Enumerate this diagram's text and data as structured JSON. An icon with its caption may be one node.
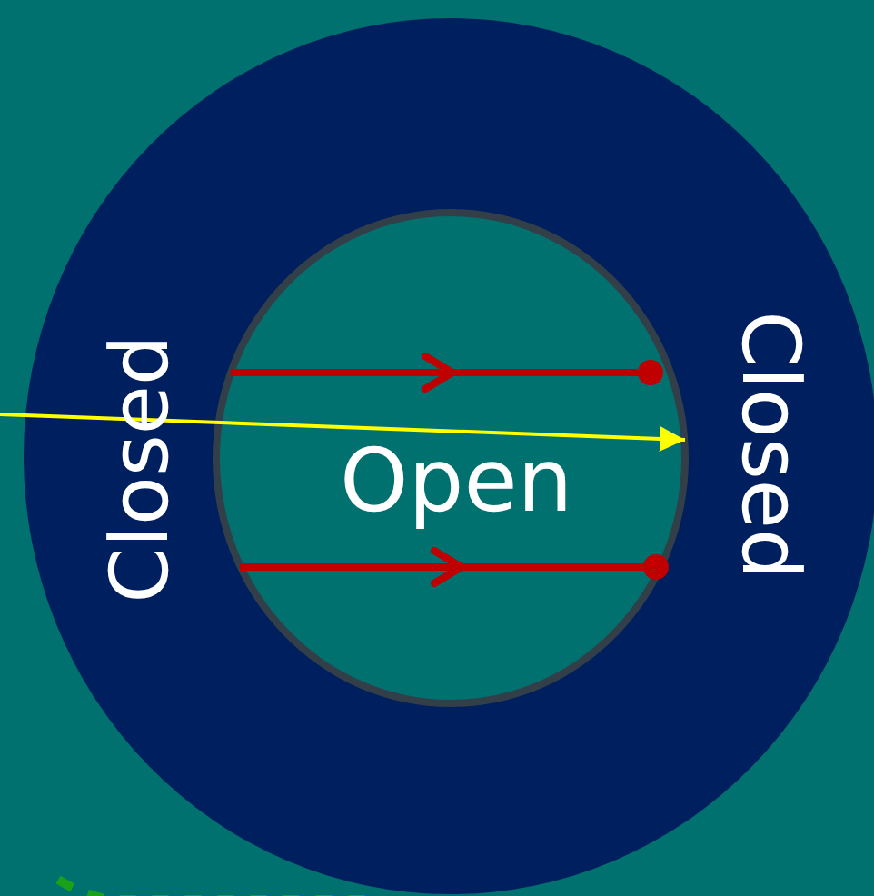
{
  "diagram": {
    "nodes": [
      {
        "text": [
          "Closed",
          "Closed"
        ]
      },
      {
        "text": [
          "Open"
        ],
        "in": 0
      }
    ],
    "edges": [
      {
        "from": null,
        "to": 1,
        "arrow": "to",
        "color": "#ffff00"
      }
    ]
  }
}
